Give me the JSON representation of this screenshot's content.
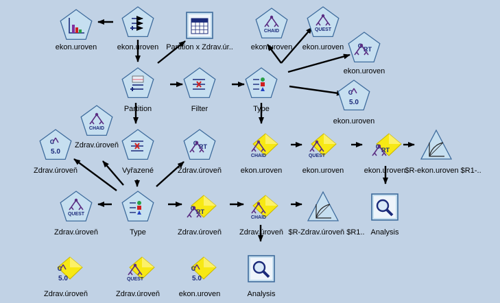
{
  "canvas": {
    "background": "#c1d2e5",
    "node_fill": "#c6dff0",
    "node_stroke": "#3e6b9c",
    "model_fill": "#f7e814",
    "model_stroke": "#c9b600"
  },
  "nodes": {
    "n1": {
      "label": "ekon.uroven",
      "icon": "histogram-icon"
    },
    "n2": {
      "label": "ekon.uroven",
      "icon": "derive-icon"
    },
    "n3": {
      "label": "Partition x Zdrav.úr..",
      "icon": "matrix-table-icon"
    },
    "n4": {
      "label": "ekon.uroven",
      "icon": "chaid-icon"
    },
    "n5": {
      "label": "ekon.uroven",
      "icon": "quest-icon"
    },
    "n6": {
      "label": "ekon.uroven",
      "icon": "crt-icon"
    },
    "n7": {
      "label": "Partition",
      "icon": "partition-icon"
    },
    "n8": {
      "label": "Filter",
      "icon": "filter-icon"
    },
    "n9": {
      "label": "Type",
      "icon": "type-icon"
    },
    "n10": {
      "label": "ekon.uroven",
      "icon": "c50-icon"
    },
    "n11": {
      "label": "Zdrav.úroveň",
      "icon": "chaid-icon"
    },
    "n12": {
      "label": "Zdrav.úroveň",
      "icon": "c50-icon"
    },
    "n13": {
      "label": "Vyřazené",
      "icon": "filter-icon"
    },
    "n14": {
      "label": "Zdrav.úroveň",
      "icon": "crt-icon"
    },
    "n15": {
      "label": "ekon.uroven",
      "icon": "chaid-model-icon"
    },
    "n16": {
      "label": "ekon.uroven",
      "icon": "quest-model-icon"
    },
    "n17": {
      "label": "ekon.uroven",
      "icon": "crt-model-icon"
    },
    "n18": {
      "label": "$R-ekon.uroven $R1-..",
      "icon": "evaluation-icon"
    },
    "n19": {
      "label": "Zdrav.úroveň",
      "icon": "quest-icon"
    },
    "n20": {
      "label": "Type",
      "icon": "type-icon"
    },
    "n21": {
      "label": "Zdrav.úroveň",
      "icon": "crt-model-icon"
    },
    "n22": {
      "label": "Zdrav.úroveň",
      "icon": "chaid-model-icon"
    },
    "n23": {
      "label": "$R-Zdrav.úroveň $R1..",
      "icon": "evaluation-icon"
    },
    "n24": {
      "label": "Analysis",
      "icon": "analysis-icon"
    },
    "n25": {
      "label": "Zdrav.úroveň",
      "icon": "c50-model-icon"
    },
    "n26": {
      "label": "Zdrav.úroveň",
      "icon": "quest-model-icon"
    },
    "n27": {
      "label": "ekon.uroven",
      "icon": "c50-model-icon"
    },
    "n28": {
      "label": "Analysis",
      "icon": "analysis-icon"
    }
  },
  "icon_text": {
    "chaid": "CHAID",
    "quest": "QUEST",
    "crt_c": "C",
    "crt_rt": "RT",
    "c50_c": "C",
    "c50_v": "5.0"
  }
}
